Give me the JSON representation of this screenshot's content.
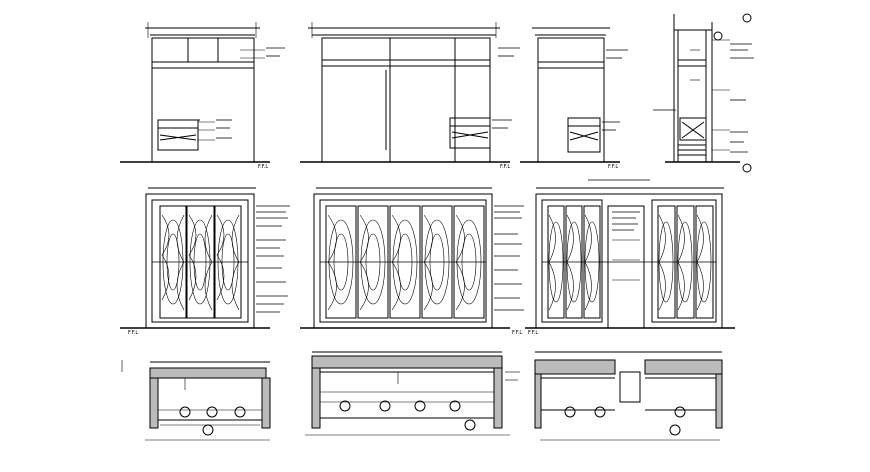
{
  "sheet": {
    "background": "#ffffff",
    "line_color": "#000000",
    "description_note": "Architectural CAD sheet of wardrobe/cabinet elevations and sections; all annotation text is illegibly small and rendered as tick strokes."
  },
  "rows": [
    {
      "row_name": "top-elevations",
      "views": [
        {
          "name": "elevation-1",
          "floor_label": "F.F.L"
        },
        {
          "name": "elevation-2",
          "floor_label": "F.F.L"
        },
        {
          "name": "elevation-3",
          "floor_label": "F.F.L"
        },
        {
          "name": "section-side",
          "floor_label": ""
        }
      ]
    },
    {
      "row_name": "middle-elevations",
      "views": [
        {
          "name": "wardrobe-3-door",
          "panels": 3,
          "floor_label": "F.F.L"
        },
        {
          "name": "wardrobe-5-door",
          "panels": 5,
          "floor_label": "F.F.L"
        },
        {
          "name": "wardrobe-combined",
          "panels": 6,
          "floor_label": "F.F.L"
        }
      ]
    },
    {
      "row_name": "bottom-plans",
      "views": [
        {
          "name": "plan-1"
        },
        {
          "name": "plan-2"
        },
        {
          "name": "plan-3"
        }
      ]
    }
  ]
}
